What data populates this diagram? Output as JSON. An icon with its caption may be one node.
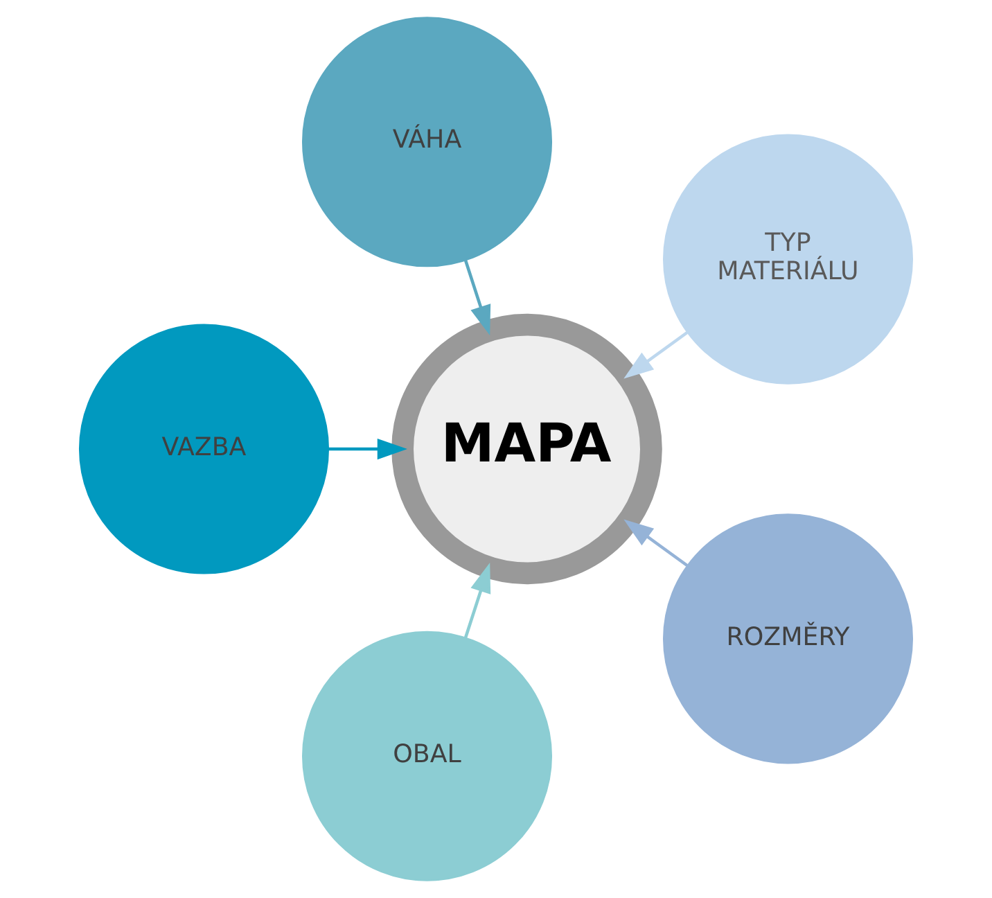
{
  "diagram": {
    "nodes": [
      {
        "text": [
          "TYP MATERIÁLU"
        ]
      },
      {
        "text": [
          "VÁHA"
        ]
      },
      {
        "text": [
          "VAZBA"
        ]
      },
      {
        "text": [
          "MAPA"
        ]
      },
      {
        "text": [
          "OBAL"
        ]
      },
      {
        "text": [
          "ROZMĚRY"
        ]
      }
    ],
    "edges": [
      {
        "from": 0,
        "to": 3,
        "arrow": "to",
        "color": "#bdd7ee"
      },
      {
        "from": 1,
        "to": 3,
        "arrow": "to",
        "color": "#5ba8c0"
      },
      {
        "from": 2,
        "to": 3,
        "arrow": "to",
        "color": "#0199bf"
      },
      {
        "from": 4,
        "to": 3,
        "arrow": "to",
        "color": "#8ccdd3"
      },
      {
        "from": 5,
        "to": 3,
        "arrow": "to",
        "color": "#95b3d7"
      }
    ]
  }
}
